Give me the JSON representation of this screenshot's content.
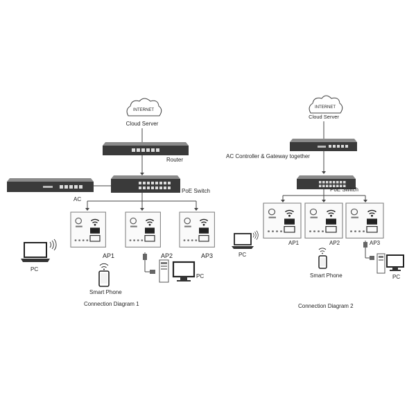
{
  "diagram1": {
    "cloud_text": "INTERNET",
    "cloud_label": "Cloud Server",
    "router_label": "Router",
    "ac_label": "AC",
    "switch_label": "PoE Switch",
    "ap_labels": [
      "AP1",
      "AP2",
      "AP3"
    ],
    "pc_left_label": "PC",
    "phone_label": "Smart Phone",
    "pc_right_label": "PC",
    "caption": "Connection Diagram 1"
  },
  "diagram2": {
    "cloud_text": "INTERNET",
    "cloud_label": "Cloud Server",
    "controller_label": "AC Controller & Gateway together",
    "switch_label": "PoE Switch",
    "ap_labels": [
      "AP1",
      "AP2",
      "AP3"
    ],
    "pc_left_label": "PC",
    "phone_label": "Smart Phone",
    "pc_right_label": "PC",
    "caption": "Connection Diagram 2"
  },
  "colors": {
    "line": "#444444",
    "device": "#3a3a3a",
    "panel": "#f4f4f4"
  },
  "icons": [
    "cloud-icon",
    "router-icon",
    "switch-icon",
    "access-point-icon",
    "laptop-icon",
    "smartphone-icon",
    "desktop-pc-icon",
    "wifi-icon"
  ]
}
